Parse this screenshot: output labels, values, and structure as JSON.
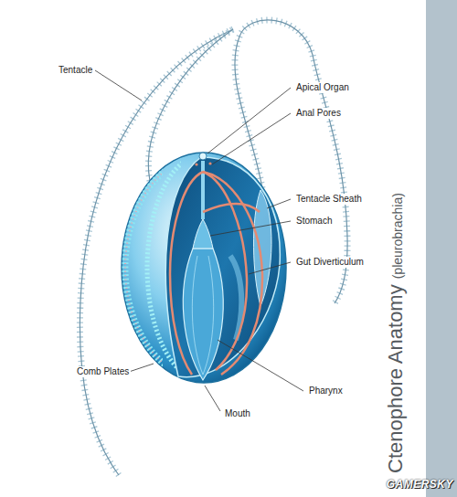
{
  "diagram": {
    "title": "Ctenophore Anatomy",
    "labels": [
      "Tentacle",
      "Apical Organ",
      "Anal Pores",
      "Tentacle Sheath",
      "Stomach",
      "Gut Diverticulum",
      "Comb Plates",
      "Mouth",
      "Pharynx",
      "(pleurobrachia)",
      "GAMERSKY"
    ]
  }
}
